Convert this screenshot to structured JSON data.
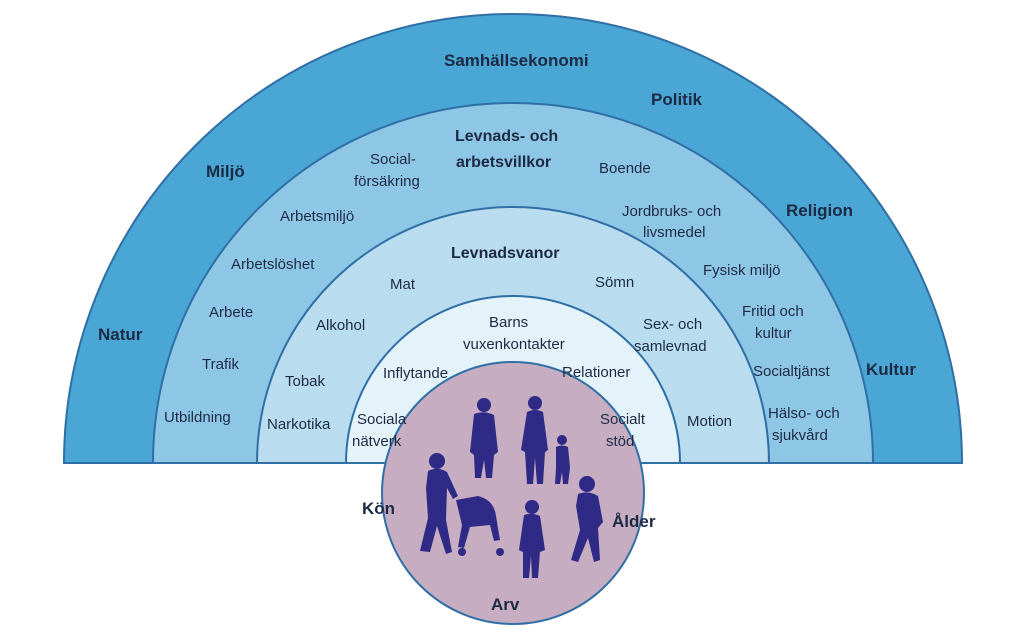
{
  "outer": {
    "title": "Samhällsekonomi",
    "items": [
      "Politik",
      "Miljö",
      "Religion",
      "Natur",
      "Kultur"
    ]
  },
  "living_working": {
    "title_line1": "Levnads- och",
    "title_line2": "arbetsvillkor",
    "items": [
      "Social-",
      "försäkring",
      "Boende",
      "Arbetsmiljö",
      "Jordbruks- och",
      "livsmedel",
      "Arbetslöshet",
      "Fysisk miljö",
      "Arbete",
      "Fritid och",
      "kultur",
      "Trafik",
      "Socialtjänst",
      "Utbildning",
      "Hälso- och",
      "sjukvård"
    ]
  },
  "habits": {
    "title": "Levnadsvanor",
    "items": [
      "Mat",
      "Sömn",
      "Alkohol",
      "Sex- och",
      "samlevnad",
      "Tobak",
      "Narkotika",
      "Motion"
    ]
  },
  "social": {
    "items": [
      "Barns",
      "vuxenkontakter",
      "Inflytande",
      "Relationer",
      "Sociala",
      "nätverk",
      "Socialt",
      "stöd"
    ]
  },
  "core": {
    "items": [
      "Kön",
      "Ålder",
      "Arv"
    ]
  },
  "colors": {
    "outer": "#4aa6d4",
    "living": "#8ec7e5",
    "habits": "#b9dcef",
    "social": "#e4f2fa",
    "core": "#c7adc1",
    "stroke": "#2f6fa6",
    "silhouette": "#2e2a86"
  }
}
